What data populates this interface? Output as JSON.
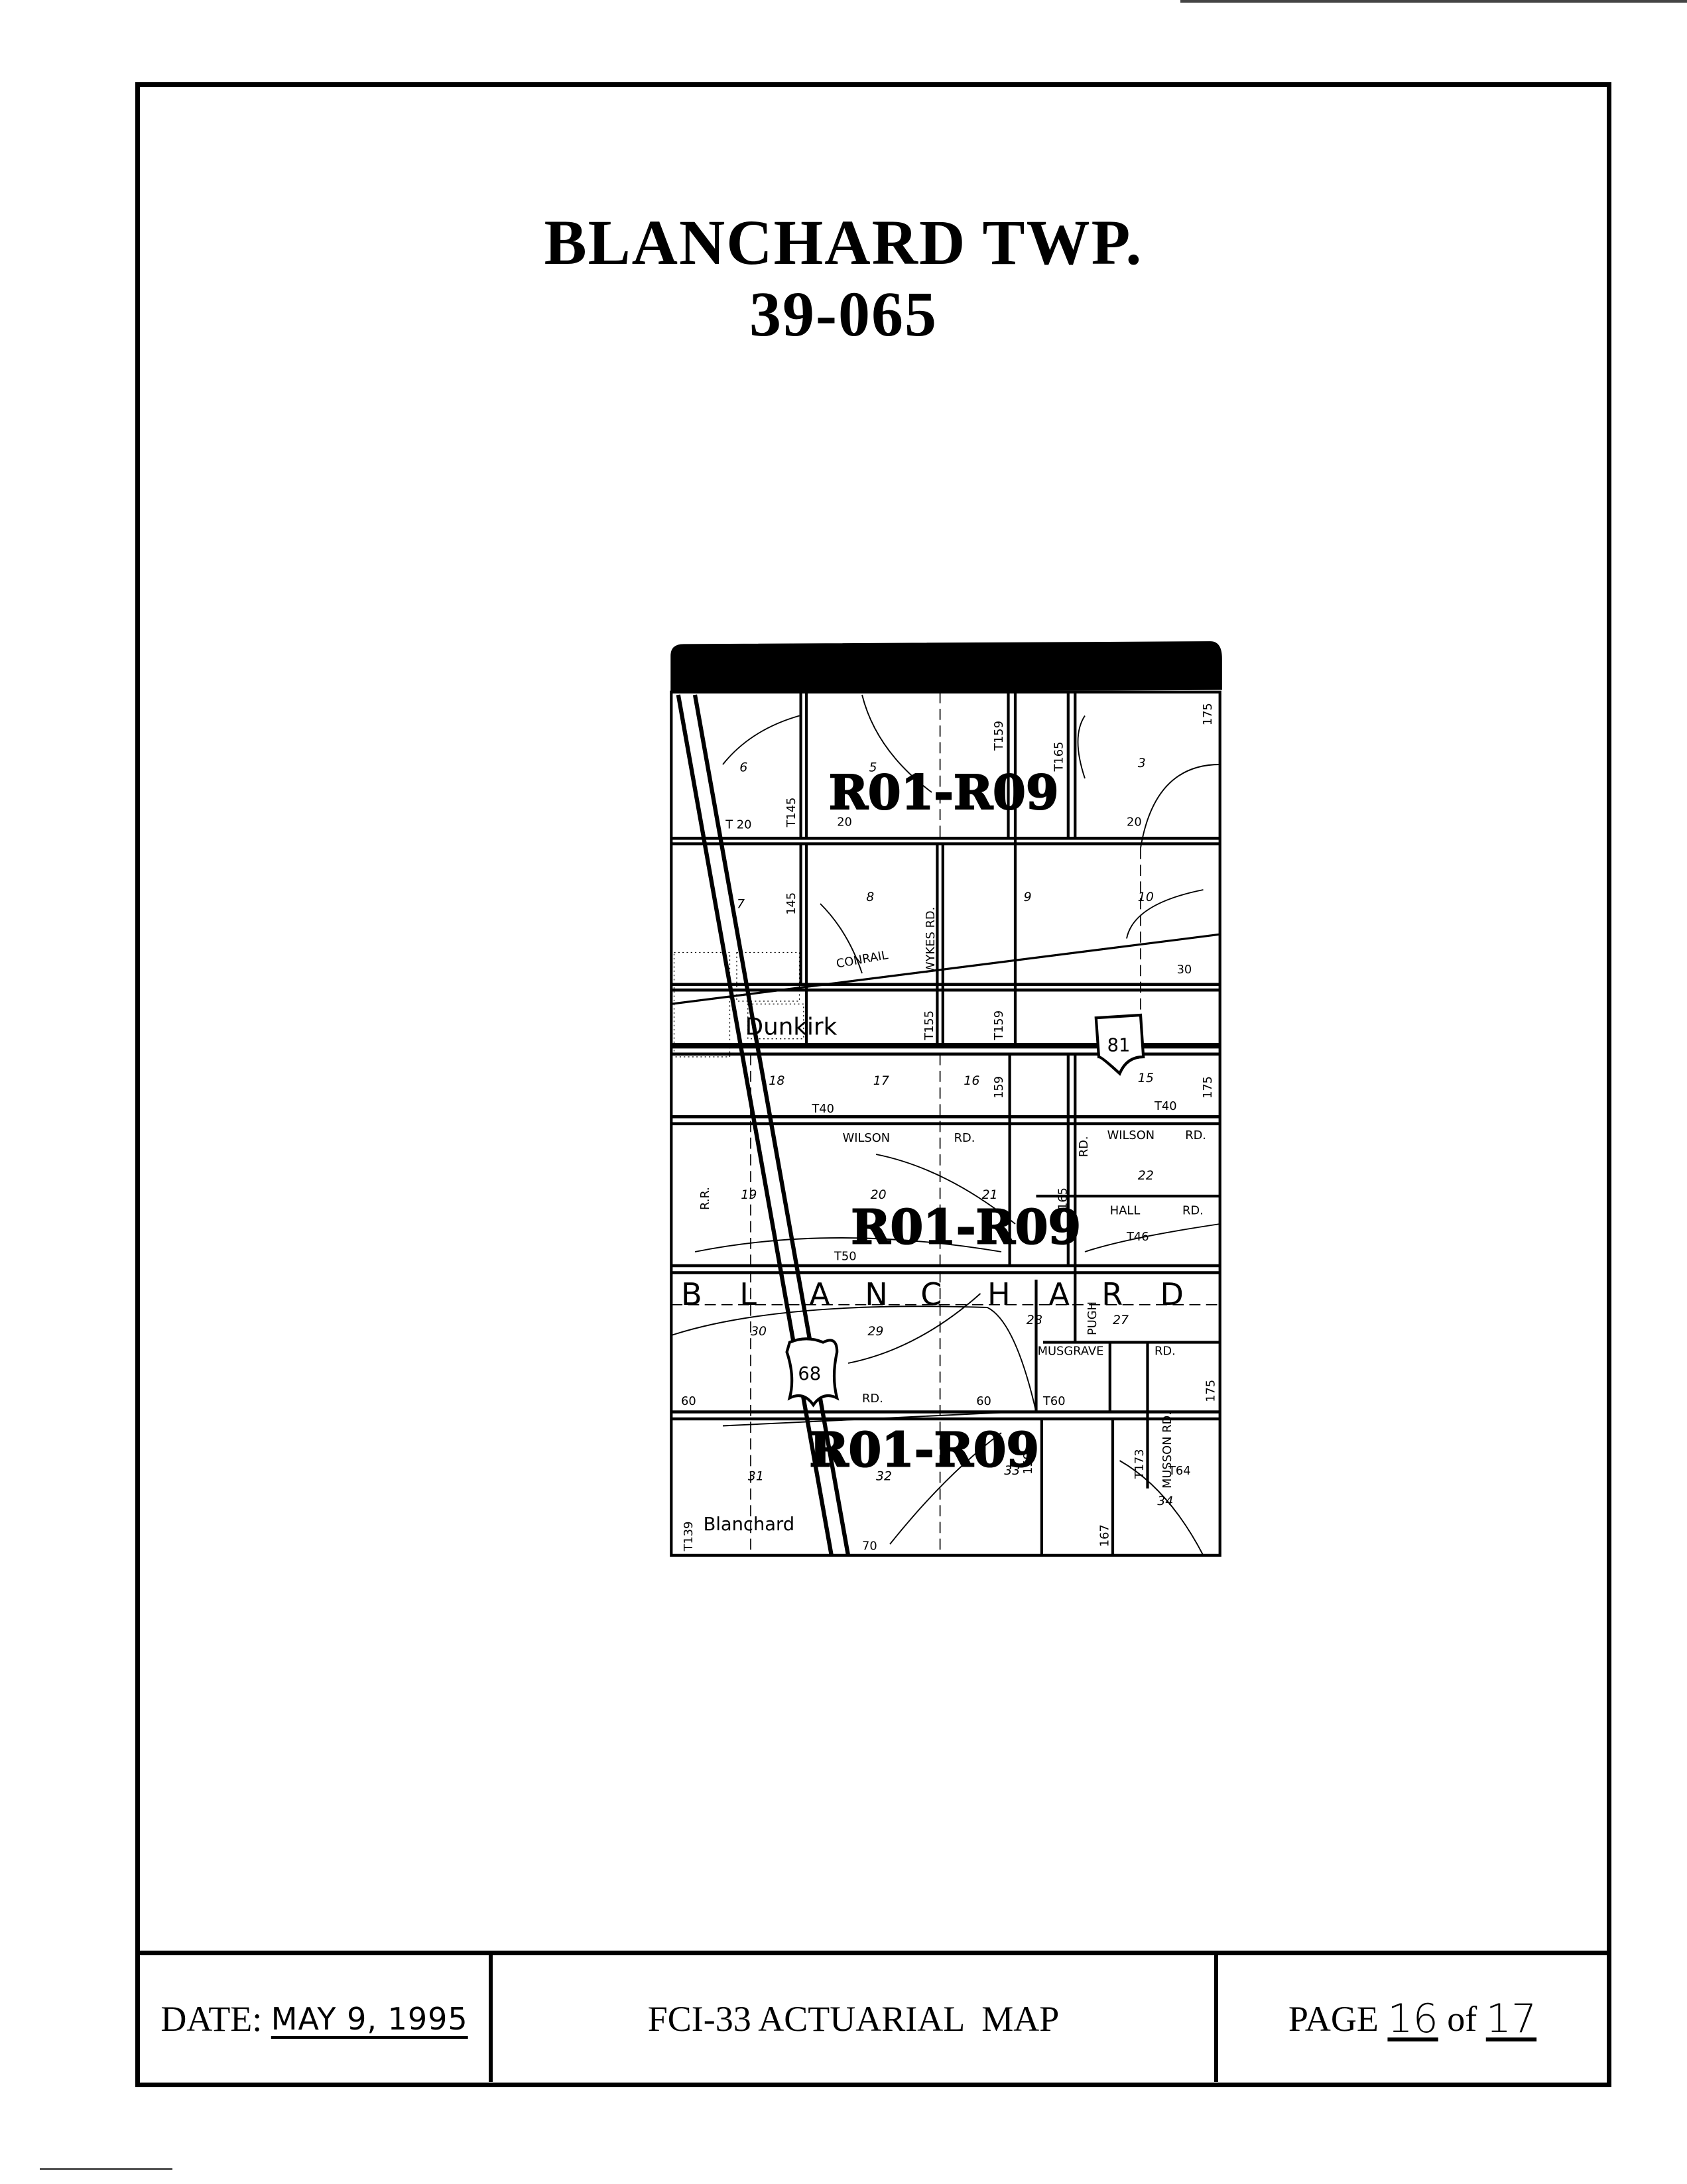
{
  "title": {
    "line1": "BLANCHARD TWP.",
    "line2": "39-065"
  },
  "map": {
    "rate_zone_labels": [
      "R01-R09",
      "R01-R09",
      "R01-R09"
    ],
    "sections": [
      "6",
      "5",
      "3",
      "7",
      "8",
      "9",
      "10",
      "18",
      "17",
      "16",
      "15",
      "19",
      "20",
      "21",
      "22",
      "30",
      "29",
      "28",
      "27",
      "31",
      "32",
      "33",
      "34"
    ],
    "township_roads": [
      "T 20",
      "T145",
      "20",
      "T159",
      "T165",
      "20",
      "175",
      "145",
      "30",
      "T155",
      "T159",
      "159",
      "175",
      "T40",
      "T40",
      "165",
      "T50",
      "T46",
      "60",
      "60",
      "T60",
      "175",
      "T173",
      "T64",
      "159",
      "T139",
      "167",
      "70"
    ],
    "road_names": [
      "WYKES RD.",
      "CONRAIL",
      "WILSON",
      "RD.",
      "RD.",
      "WILSON",
      "RD.",
      "HALL",
      "RD.",
      "R.R.",
      "PUGH",
      "MUSGRAVE",
      "RD.",
      "RD.",
      "MUSSON RD."
    ],
    "places": [
      "Dunkirk",
      "Blanchard"
    ],
    "route_shields": {
      "state": "81",
      "us": "68"
    },
    "township_letters": [
      "B",
      "L",
      "A",
      "N",
      "C",
      "H",
      "A",
      "R",
      "D"
    ]
  },
  "footer": {
    "date_label": "DATE:",
    "date_value": "MAY 9, 1995",
    "form_title": "FCI-33 ACTUARIAL  MAP",
    "page_label": "PAGE",
    "page_current": "16",
    "page_of": "of",
    "page_total": "17"
  }
}
